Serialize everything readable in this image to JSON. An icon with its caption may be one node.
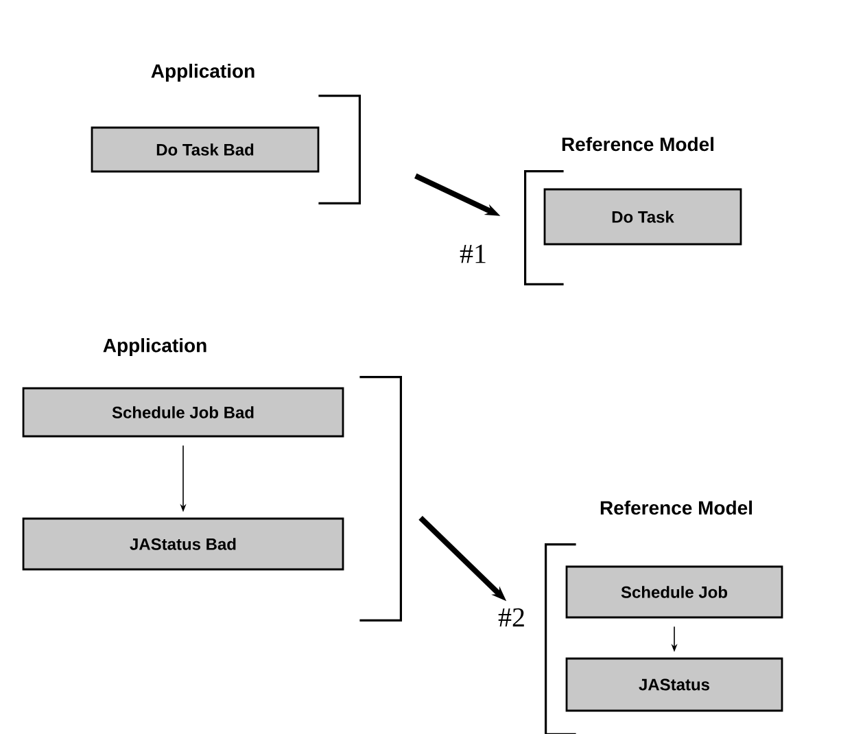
{
  "diagram": {
    "nodes": [
      {
        "text": [
          "Application"
        ]
      },
      {
        "text": [
          "Do Task Bad"
        ],
        "in": 0
      },
      {
        "text": [
          "Reference Model"
        ]
      },
      {
        "text": [
          "Do Task"
        ],
        "in": 2
      },
      {
        "text": [
          "Application"
        ]
      },
      {
        "text": [
          "Schedule Job Bad"
        ],
        "in": 4
      },
      {
        "text": [
          "JAStatus Bad"
        ],
        "in": 4
      },
      {
        "text": [
          "Reference Model"
        ]
      },
      {
        "text": [
          "Schedule Job"
        ],
        "in": 7
      },
      {
        "text": [
          "JAStatus"
        ],
        "in": 7
      }
    ],
    "edges": [
      {
        "from": 0,
        "to": 2,
        "arrow": "to",
        "style": "thick",
        "label": "#1"
      },
      {
        "from": 5,
        "to": 6,
        "arrow": "to"
      },
      {
        "from": 8,
        "to": 9,
        "arrow": "to"
      },
      {
        "from": 4,
        "to": 7,
        "arrow": "to",
        "style": "thick",
        "label": "#2"
      }
    ]
  }
}
